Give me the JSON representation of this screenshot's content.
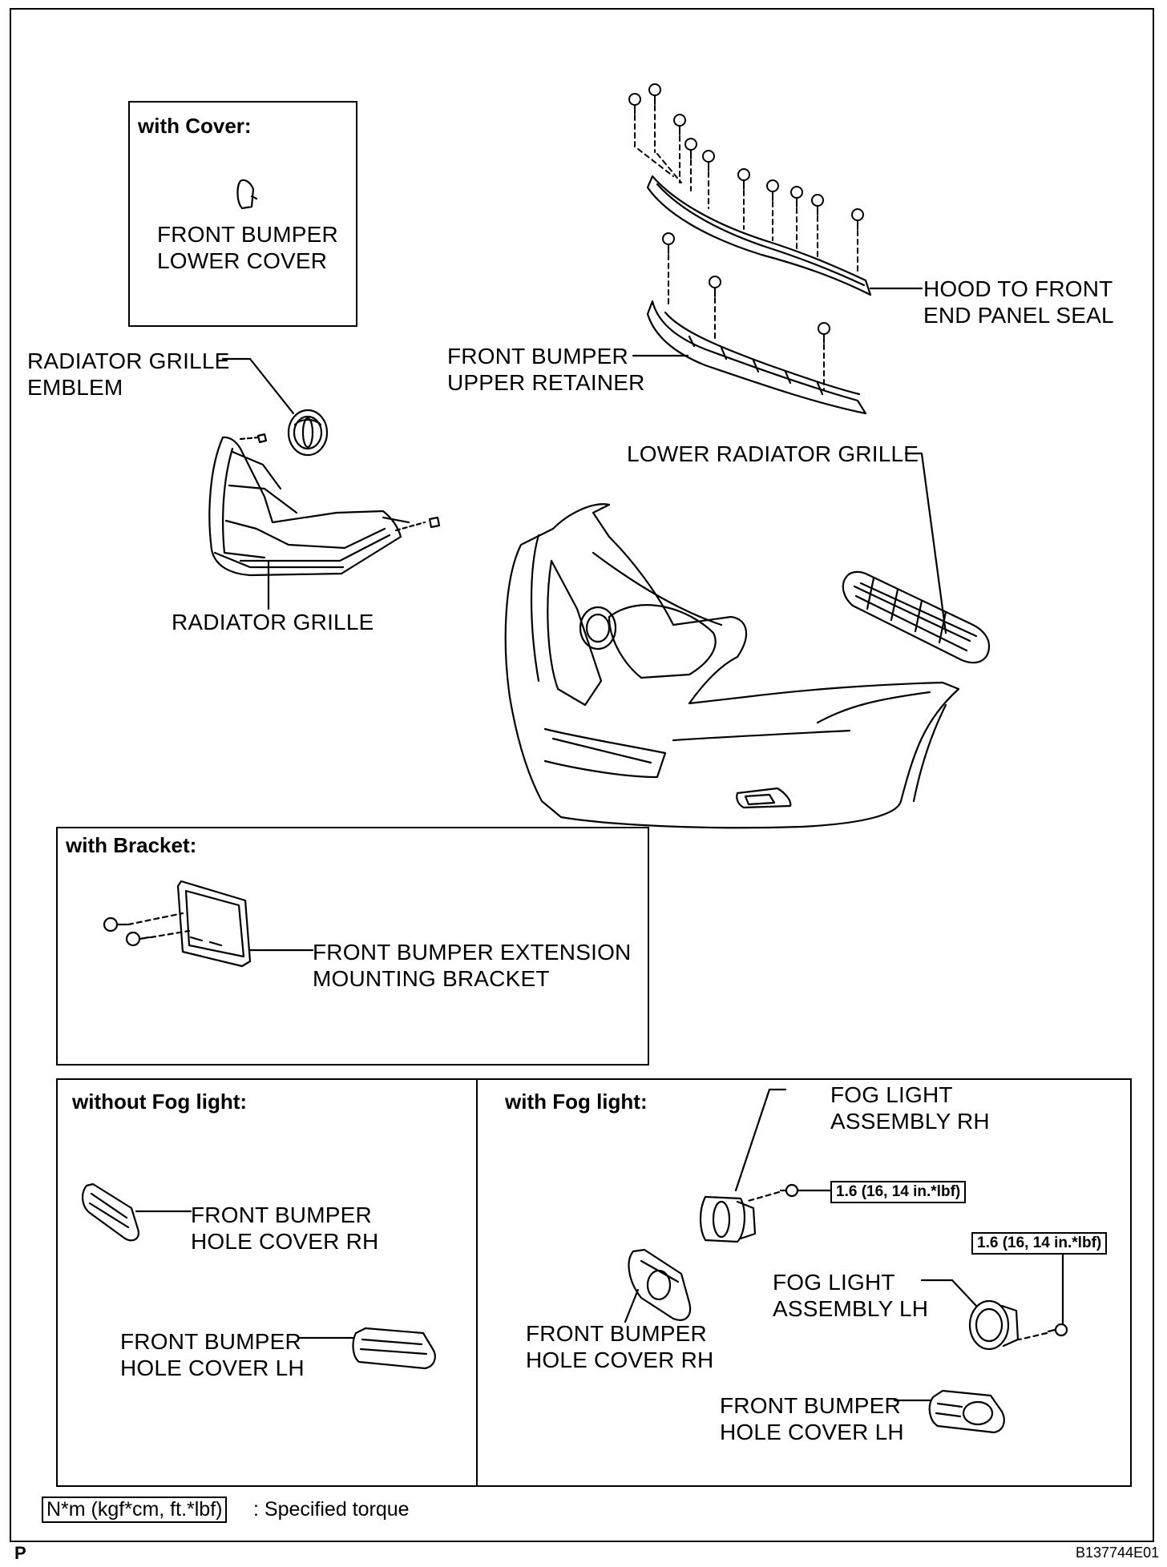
{
  "sections": {
    "with_cover": "with Cover:",
    "with_bracket": "with Bracket:",
    "without_fog": "without Fog light:",
    "with_fog": "with Fog light:"
  },
  "labels": {
    "lower_cover": "FRONT BUMPER\nLOWER COVER",
    "grille_emblem": "RADIATOR GRILLE\nEMBLEM",
    "radiator_grille": "RADIATOR GRILLE",
    "hood_seal": "HOOD TO FRONT\nEND PANEL SEAL",
    "upper_retainer": "FRONT BUMPER\nUPPER RETAINER",
    "lower_radiator_grille": "LOWER RADIATOR GRILLE",
    "extension_bracket": "FRONT BUMPER EXTENSION\nMOUNTING BRACKET",
    "hole_cover_rh_a": "FRONT BUMPER\nHOLE COVER RH",
    "hole_cover_lh_a": "FRONT BUMPER\nHOLE COVER LH",
    "fog_rh": "FOG LIGHT\nASSEMBLY RH",
    "fog_lh": "FOG LIGHT\nASSEMBLY LH",
    "hole_cover_rh_b": "FRONT BUMPER\nHOLE COVER RH",
    "hole_cover_lh_b": "FRONT BUMPER\nHOLE COVER LH"
  },
  "torque": {
    "fog_rh": "1.6 (16, 14 in.*lbf)",
    "fog_lh": "1.6 (16, 14 in.*lbf)"
  },
  "legend": {
    "unit_box": "N*m (kgf*cm, ft.*lbf)",
    "text": ": Specified torque"
  },
  "footer": {
    "left_mark": "P",
    "figure_id": "B137744E01"
  }
}
